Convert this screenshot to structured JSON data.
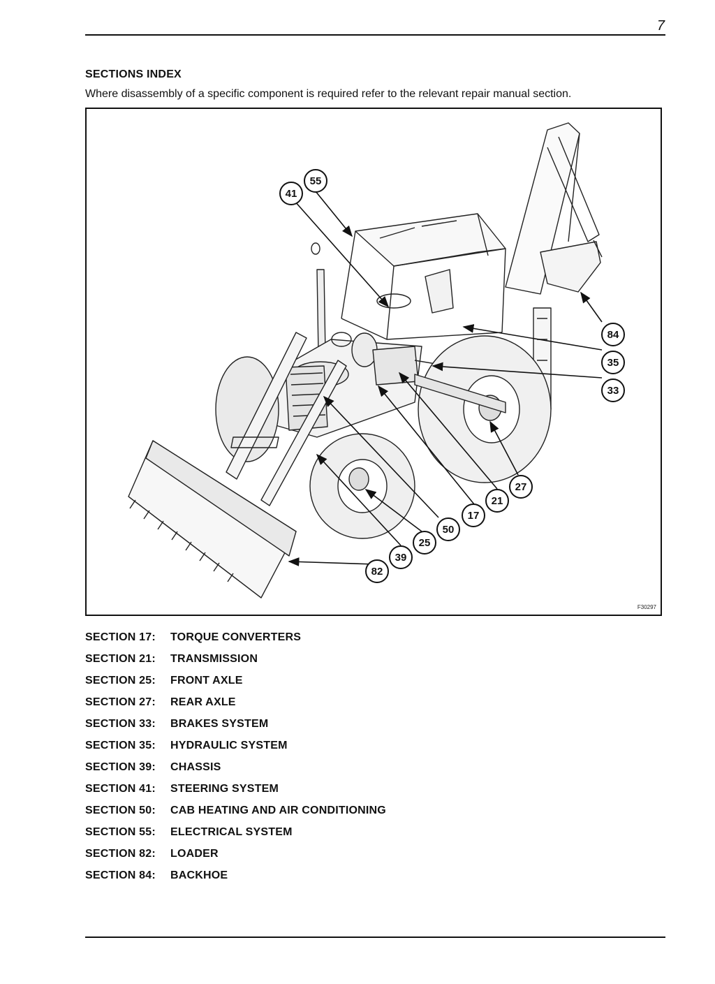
{
  "page": {
    "number": "7"
  },
  "header": {
    "title": "SECTIONS INDEX",
    "intro": "Where disassembly of a specific component is required refer to the relevant repair manual section."
  },
  "figure": {
    "code": "F30297",
    "callouts": [
      "55",
      "41",
      "84",
      "35",
      "33",
      "27",
      "21",
      "17",
      "50",
      "25",
      "39",
      "82"
    ]
  },
  "sections": [
    {
      "label": "SECTION 17:",
      "title": "TORQUE CONVERTERS"
    },
    {
      "label": "SECTION 21:",
      "title": "TRANSMISSION"
    },
    {
      "label": "SECTION 25:",
      "title": "FRONT AXLE"
    },
    {
      "label": "SECTION 27:",
      "title": "REAR AXLE"
    },
    {
      "label": "SECTION 33:",
      "title": "BRAKES SYSTEM"
    },
    {
      "label": "SECTION 35:",
      "title": "HYDRAULIC SYSTEM"
    },
    {
      "label": "SECTION 39:",
      "title": "CHASSIS"
    },
    {
      "label": "SECTION 41:",
      "title": "STEERING SYSTEM"
    },
    {
      "label": "SECTION 50:",
      "title": "CAB HEATING AND AIR CONDITIONING"
    },
    {
      "label": "SECTION 55:",
      "title": "ELECTRICAL SYSTEM"
    },
    {
      "label": "SECTION 82:",
      "title": "LOADER"
    },
    {
      "label": "SECTION 84:",
      "title": "BACKHOE"
    }
  ]
}
